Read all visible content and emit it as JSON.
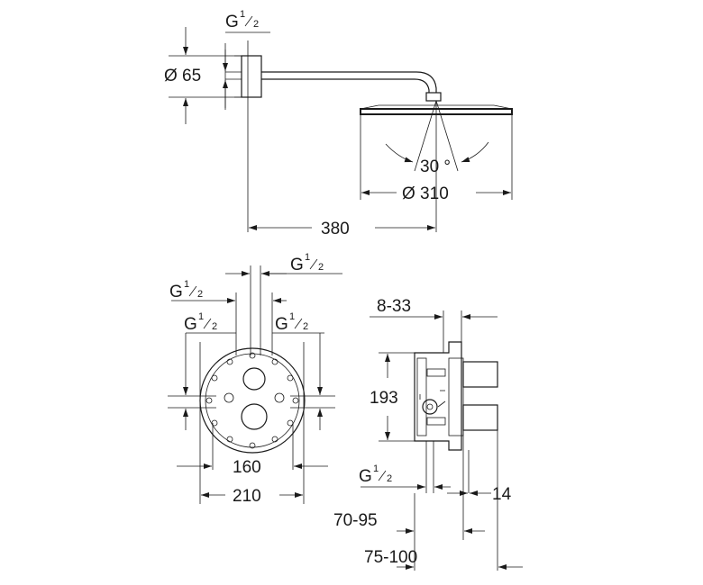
{
  "top_view": {
    "thread_label": "G",
    "thread_num": "1",
    "thread_den": "2",
    "flange_diameter": "Ø 65",
    "head_diameter": "Ø 310",
    "tilt_angle": "30 °",
    "arm_length": "380"
  },
  "front_view": {
    "thread_top_right": {
      "g": "G",
      "num": "1",
      "den": "2"
    },
    "thread_top_left": {
      "g": "G",
      "num": "1",
      "den": "2"
    },
    "thread_mid_left": {
      "g": "G",
      "num": "1",
      "den": "2"
    },
    "thread_mid_right": {
      "g": "G",
      "num": "1",
      "den": "2"
    },
    "inner_width": "160",
    "outer_width": "210"
  },
  "side_view": {
    "depth_range": "8-33",
    "height": "193",
    "thread": {
      "g": "G",
      "num": "1",
      "den": "2"
    },
    "offset": "14",
    "range_a": "70-95",
    "range_b": "75-100"
  }
}
